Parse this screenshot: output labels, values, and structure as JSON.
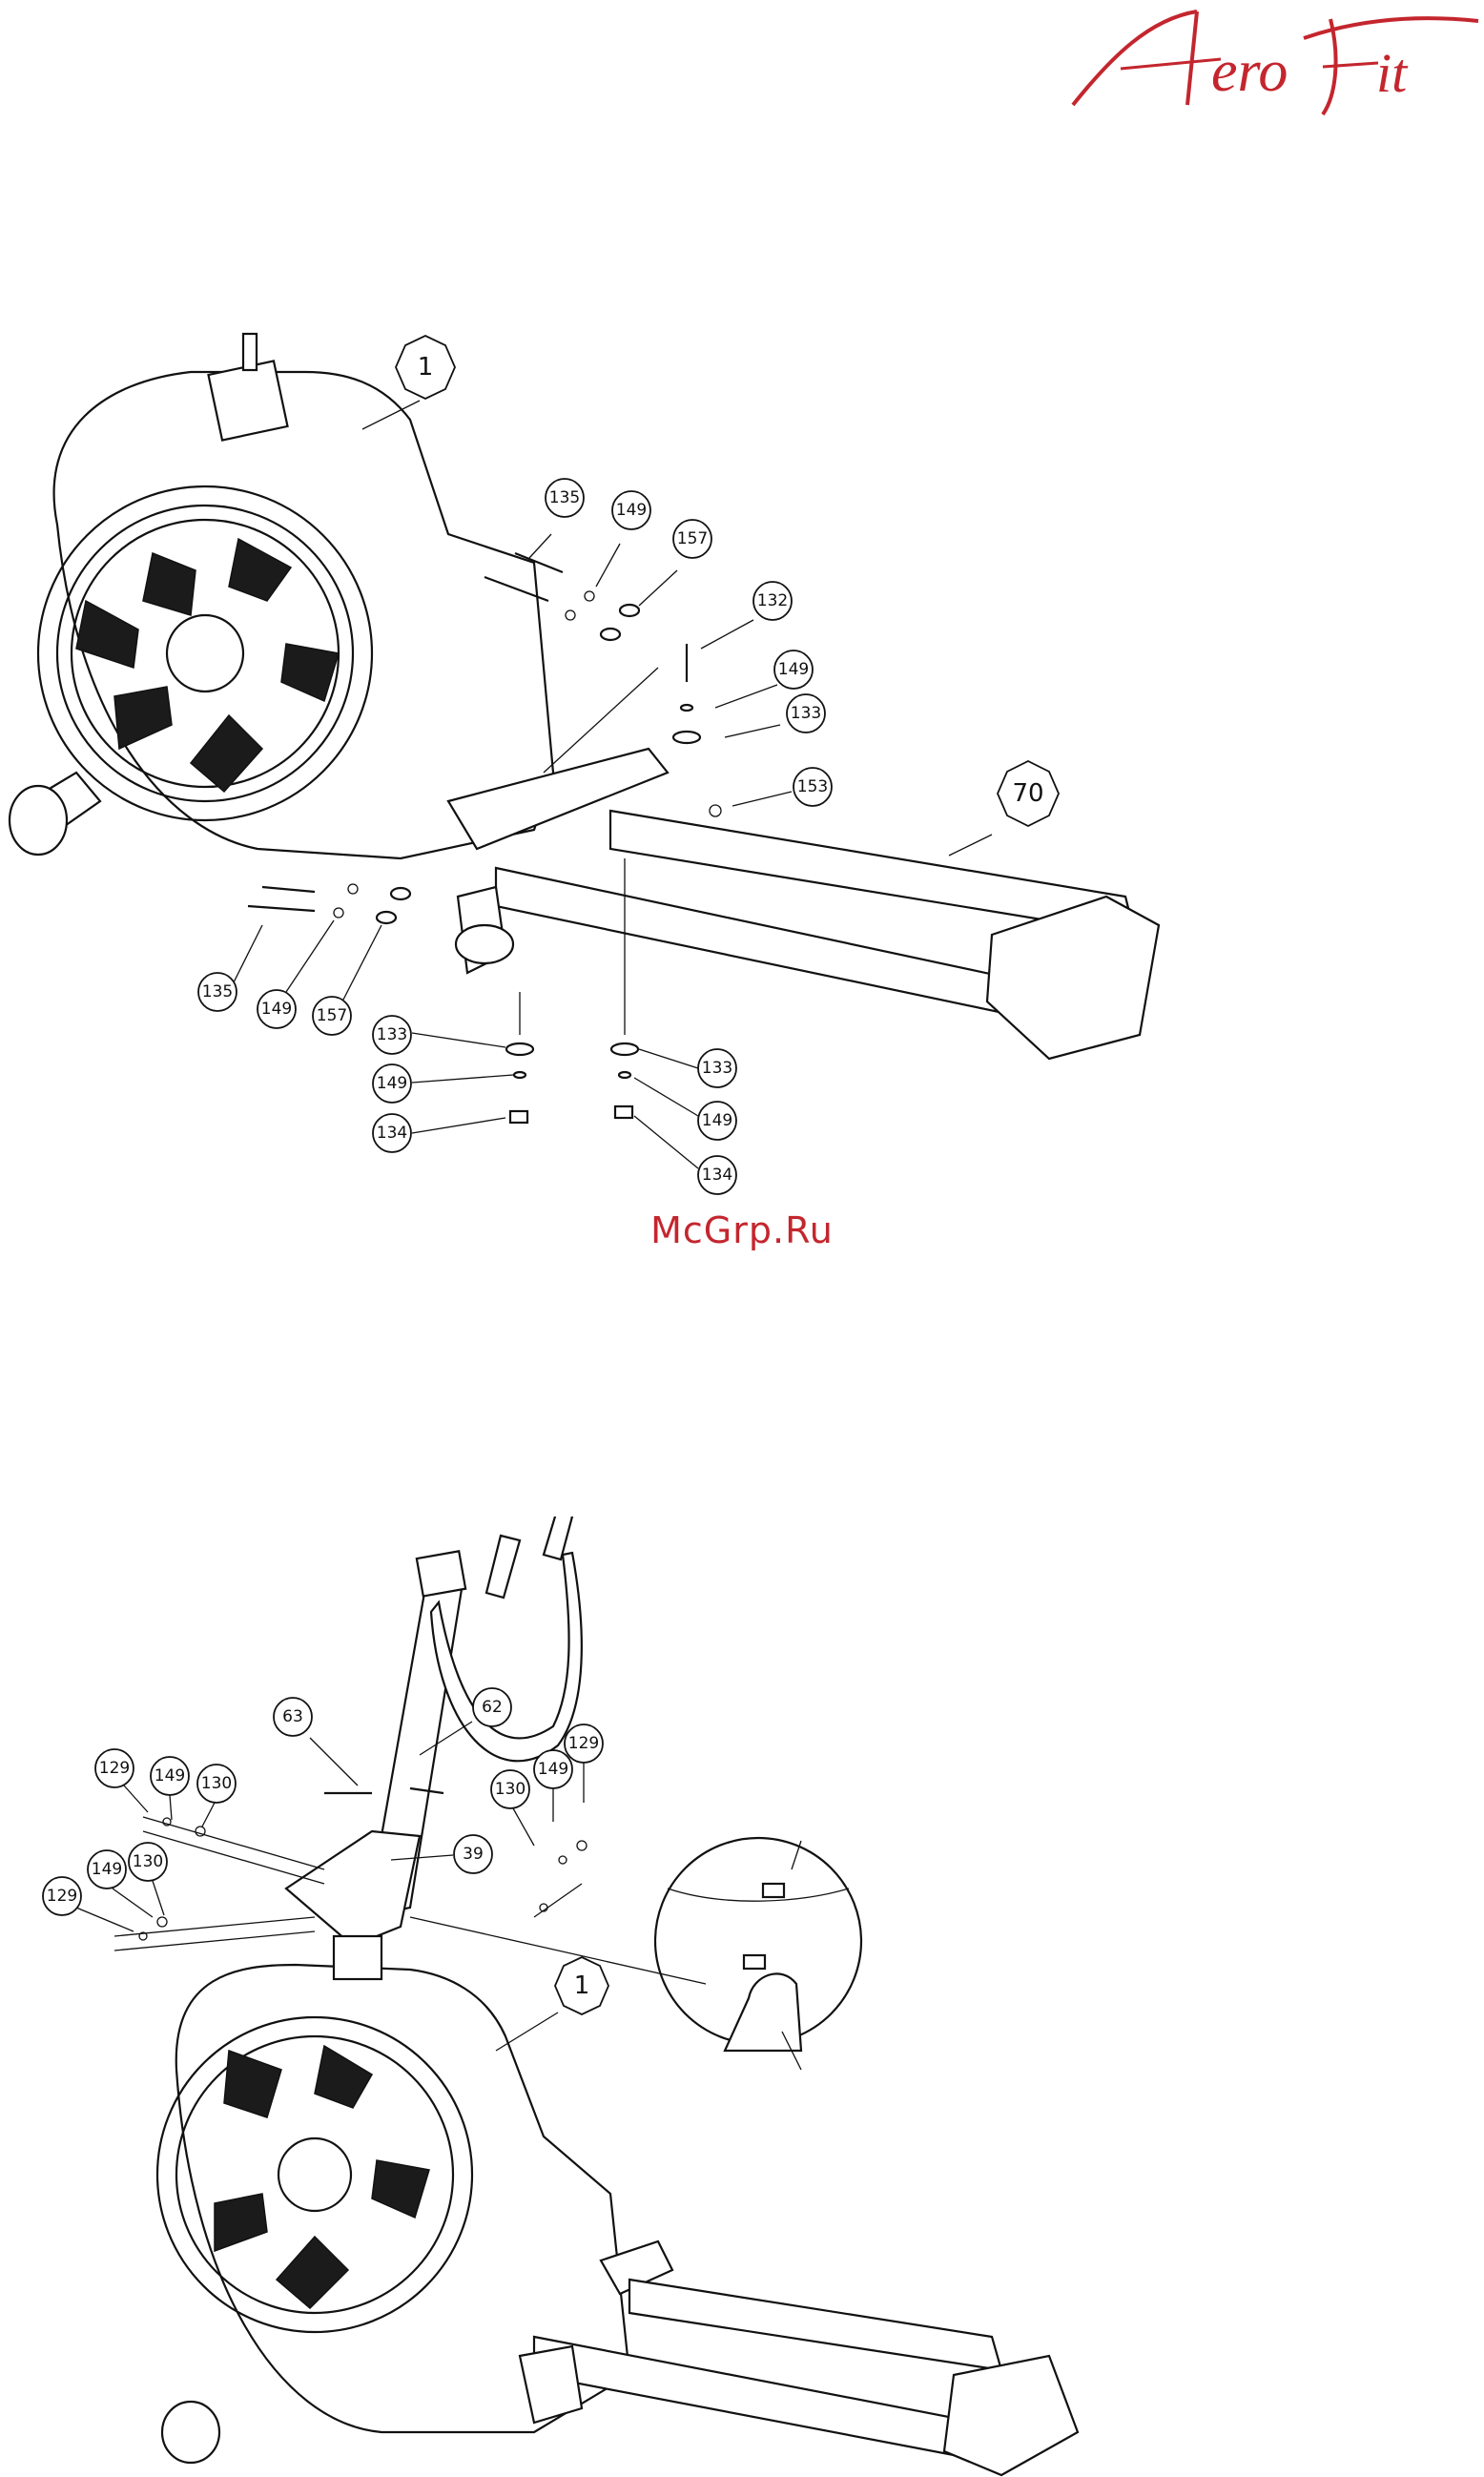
{
  "brand": {
    "logo_text": "AeroFit",
    "color": "#c4262e"
  },
  "watermark": "McGrp.Ru",
  "diagram_top": {
    "main_labels": [
      "1",
      "70"
    ],
    "part_labels": [
      "135",
      "149",
      "157",
      "132",
      "149",
      "133",
      "153",
      "135",
      "149",
      "157",
      "133",
      "149",
      "134",
      "133",
      "149",
      "134"
    ]
  },
  "diagram_bottom": {
    "labels": [
      "63",
      "62",
      "39",
      "129",
      "149",
      "130",
      "129",
      "149",
      "130",
      "129",
      "149",
      "130",
      "1"
    ]
  }
}
